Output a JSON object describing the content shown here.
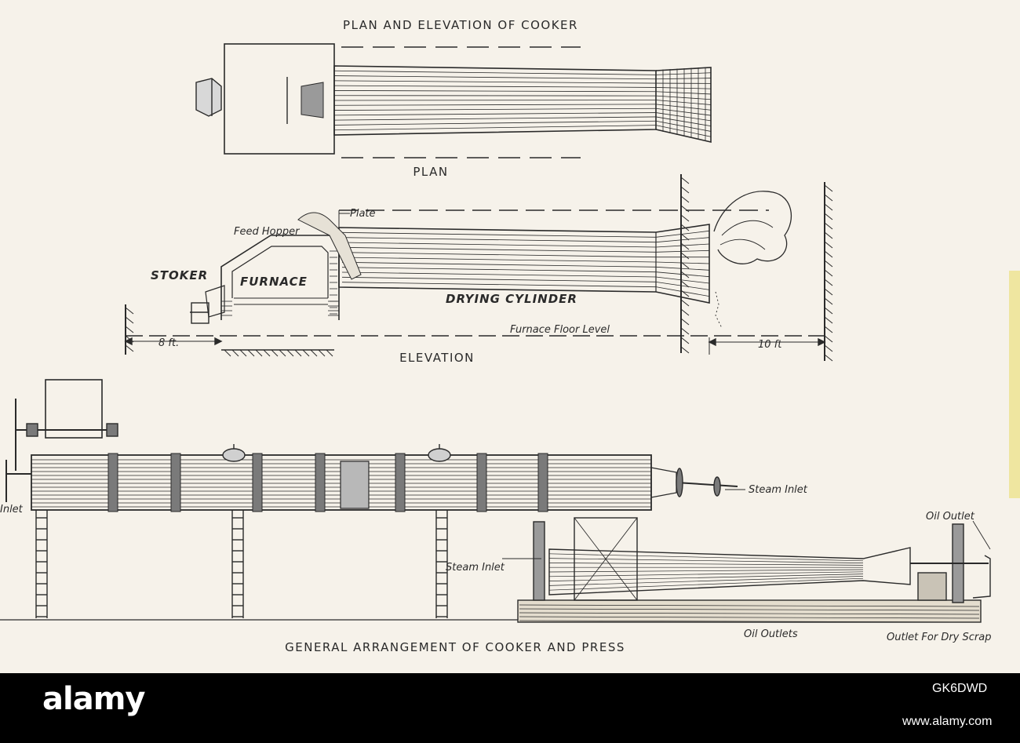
{
  "titles": {
    "top": "PLAN AND ELEVATION OF COOKER",
    "plan": "PLAN",
    "elevation": "ELEVATION",
    "general": "GENERAL ARRANGEMENT OF COOKER AND PRESS"
  },
  "elevation_labels": {
    "plate": "Plate",
    "feed_hopper": "Feed Hopper",
    "stoker": "STOKER",
    "furnace": "FURNACE",
    "drying_cylinder": "DRYING CYLINDER",
    "furnace_floor": "Furnace Floor Level",
    "dim_left": "8 ft.",
    "dim_right": "10 ft"
  },
  "general_labels": {
    "inlet": "Inlet",
    "steam_inlet_top": "Steam Inlet",
    "steam_inlet_mid": "Steam Inlet",
    "oil_outlet": "Oil Outlet",
    "oil_outlets": "Oil Outlets",
    "outlet_dry_scrap": "Outlet For Dry Scrap"
  },
  "footer": {
    "logo": "alamy",
    "image_id": "GK6DWD",
    "site": "www.alamy.com"
  },
  "colors": {
    "ink": "#2a2a2a",
    "paper": "#f6f2ea",
    "footer": "#000000"
  }
}
